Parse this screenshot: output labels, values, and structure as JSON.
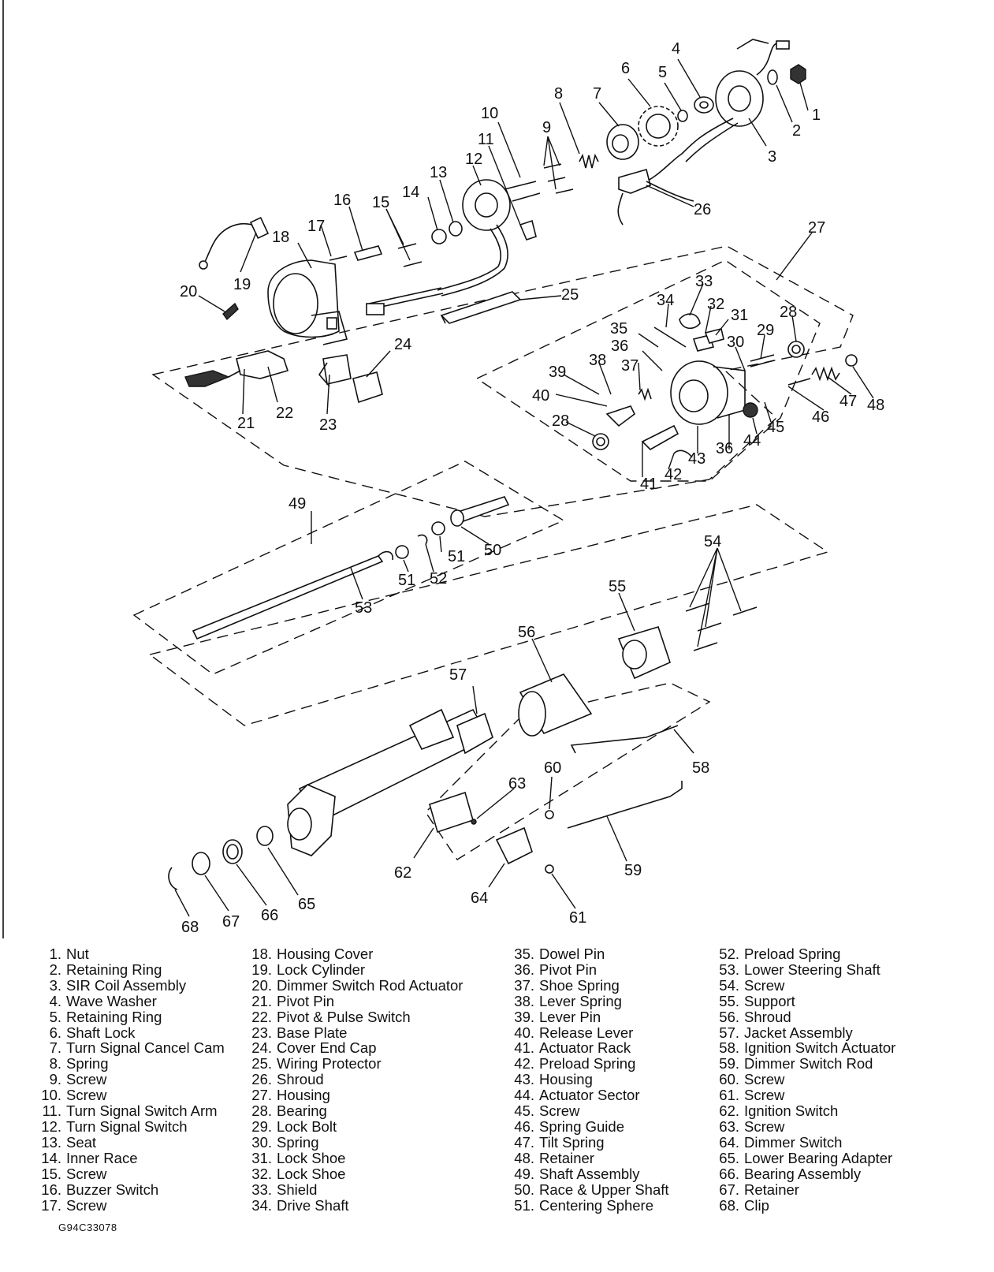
{
  "figure_code": "G94C33078",
  "callouts": [
    "1",
    "2",
    "3",
    "4",
    "5",
    "6",
    "7",
    "8",
    "9",
    "10",
    "11",
    "12",
    "13",
    "14",
    "15",
    "16",
    "17",
    "18",
    "19",
    "20",
    "21",
    "22",
    "23",
    "24",
    "25",
    "26",
    "27",
    "28",
    "28",
    "29",
    "30",
    "31",
    "32",
    "33",
    "34",
    "35",
    "36",
    "36",
    "37",
    "38",
    "39",
    "40",
    "41",
    "42",
    "43",
    "44",
    "45",
    "46",
    "47",
    "48",
    "49",
    "50",
    "51",
    "51",
    "52",
    "53",
    "54",
    "55",
    "56",
    "57",
    "58",
    "59",
    "60",
    "61",
    "62",
    "63",
    "64",
    "65",
    "66",
    "67",
    "68"
  ],
  "legend": [
    [
      {
        "num": "1.",
        "name": "Nut"
      },
      {
        "num": "2.",
        "name": "Retaining Ring"
      },
      {
        "num": "3.",
        "name": "SIR Coil Assembly"
      },
      {
        "num": "4.",
        "name": "Wave Washer"
      },
      {
        "num": "5.",
        "name": "Retaining Ring"
      },
      {
        "num": "6.",
        "name": "Shaft Lock"
      },
      {
        "num": "7.",
        "name": "Turn Signal Cancel Cam"
      },
      {
        "num": "8.",
        "name": "Spring"
      },
      {
        "num": "9.",
        "name": "Screw"
      },
      {
        "num": "10.",
        "name": "Screw"
      },
      {
        "num": "11.",
        "name": "Turn Signal Switch Arm"
      },
      {
        "num": "12.",
        "name": "Turn Signal Switch"
      },
      {
        "num": "13.",
        "name": "Seat"
      },
      {
        "num": "14.",
        "name": "Inner Race"
      },
      {
        "num": "15.",
        "name": "Screw"
      },
      {
        "num": "16.",
        "name": "Buzzer Switch"
      },
      {
        "num": "17.",
        "name": "Screw"
      }
    ],
    [
      {
        "num": "18.",
        "name": "Housing Cover"
      },
      {
        "num": "19.",
        "name": "Lock Cylinder"
      },
      {
        "num": "20.",
        "name": "Dimmer Switch Rod Actuator"
      },
      {
        "num": "21.",
        "name": "Pivot Pin"
      },
      {
        "num": "22.",
        "name": "Pivot & Pulse Switch"
      },
      {
        "num": "23.",
        "name": "Base Plate"
      },
      {
        "num": "24.",
        "name": "Cover End Cap"
      },
      {
        "num": "25.",
        "name": "Wiring Protector"
      },
      {
        "num": "26.",
        "name": "Shroud"
      },
      {
        "num": "27.",
        "name": "Housing"
      },
      {
        "num": "28.",
        "name": "Bearing"
      },
      {
        "num": "29.",
        "name": "Lock Bolt"
      },
      {
        "num": "30.",
        "name": "Spring"
      },
      {
        "num": "31.",
        "name": "Lock Shoe"
      },
      {
        "num": "32.",
        "name": "Lock Shoe"
      },
      {
        "num": "33.",
        "name": "Shield"
      },
      {
        "num": "34.",
        "name": "Drive Shaft"
      }
    ],
    [
      {
        "num": "35.",
        "name": "Dowel Pin"
      },
      {
        "num": "36.",
        "name": "Pivot Pin"
      },
      {
        "num": "37.",
        "name": "Shoe Spring"
      },
      {
        "num": "38.",
        "name": "Lever Spring"
      },
      {
        "num": "39.",
        "name": "Lever Pin"
      },
      {
        "num": "40.",
        "name": "Release Lever"
      },
      {
        "num": "41.",
        "name": "Actuator Rack"
      },
      {
        "num": "42.",
        "name": "Preload Spring"
      },
      {
        "num": "43.",
        "name": "Housing"
      },
      {
        "num": "44.",
        "name": "Actuator Sector"
      },
      {
        "num": "45.",
        "name": "Screw"
      },
      {
        "num": "46.",
        "name": "Spring Guide"
      },
      {
        "num": "47.",
        "name": "Tilt Spring"
      },
      {
        "num": "48.",
        "name": "Retainer"
      },
      {
        "num": "49.",
        "name": "Shaft Assembly"
      },
      {
        "num": "50.",
        "name": "Race & Upper Shaft"
      },
      {
        "num": "51.",
        "name": "Centering Sphere"
      }
    ],
    [
      {
        "num": "52.",
        "name": "Preload Spring"
      },
      {
        "num": "53.",
        "name": "Lower Steering Shaft"
      },
      {
        "num": "54.",
        "name": "Screw"
      },
      {
        "num": "55.",
        "name": "Support"
      },
      {
        "num": "56.",
        "name": "Shroud"
      },
      {
        "num": "57.",
        "name": "Jacket Assembly"
      },
      {
        "num": "58.",
        "name": "Ignition Switch Actuator"
      },
      {
        "num": "59.",
        "name": "Dimmer Switch Rod"
      },
      {
        "num": "60.",
        "name": "Screw"
      },
      {
        "num": "61.",
        "name": "Screw"
      },
      {
        "num": "62.",
        "name": "Ignition Switch"
      },
      {
        "num": "63.",
        "name": "Screw"
      },
      {
        "num": "64.",
        "name": "Dimmer Switch"
      },
      {
        "num": "65.",
        "name": "Lower Bearing Adapter"
      },
      {
        "num": "66.",
        "name": "Bearing Assembly"
      },
      {
        "num": "67.",
        "name": "Retainer"
      },
      {
        "num": "68.",
        "name": "Clip"
      }
    ]
  ]
}
